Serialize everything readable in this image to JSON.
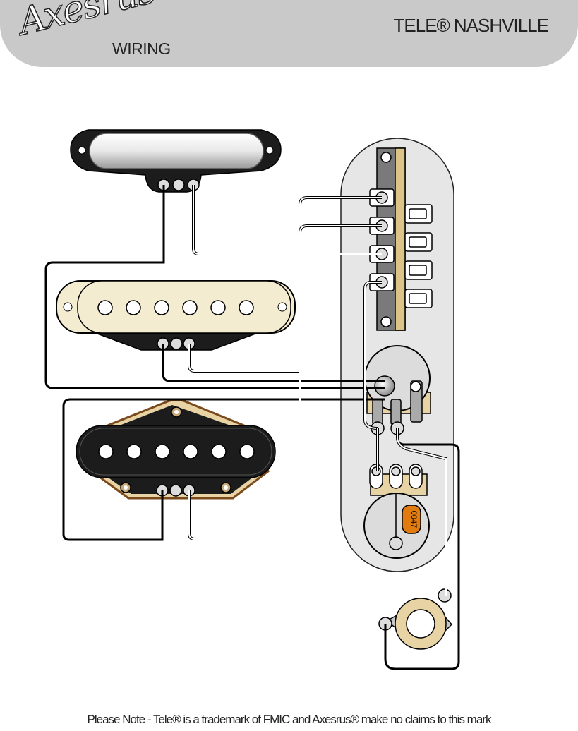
{
  "header": {
    "logo_text": "Axesrus",
    "logo_sub": "WIRING",
    "title": "TELE® NASHVILLE"
  },
  "components": {
    "capacitor_label": "0047"
  },
  "footer": {
    "note": "Please Note - Tele® is a trademark of FMIC and Axesrus® make no claims to this mark"
  },
  "colors": {
    "header_bg": "#c9c9c9",
    "control_plate": "#e6e6e6",
    "pickup_black": "#1c1c1c",
    "pickup_cream": "#f3ecd0",
    "capacitor": "#e07b10",
    "wire_black": "#000000",
    "wire_white": "#ffffff"
  }
}
